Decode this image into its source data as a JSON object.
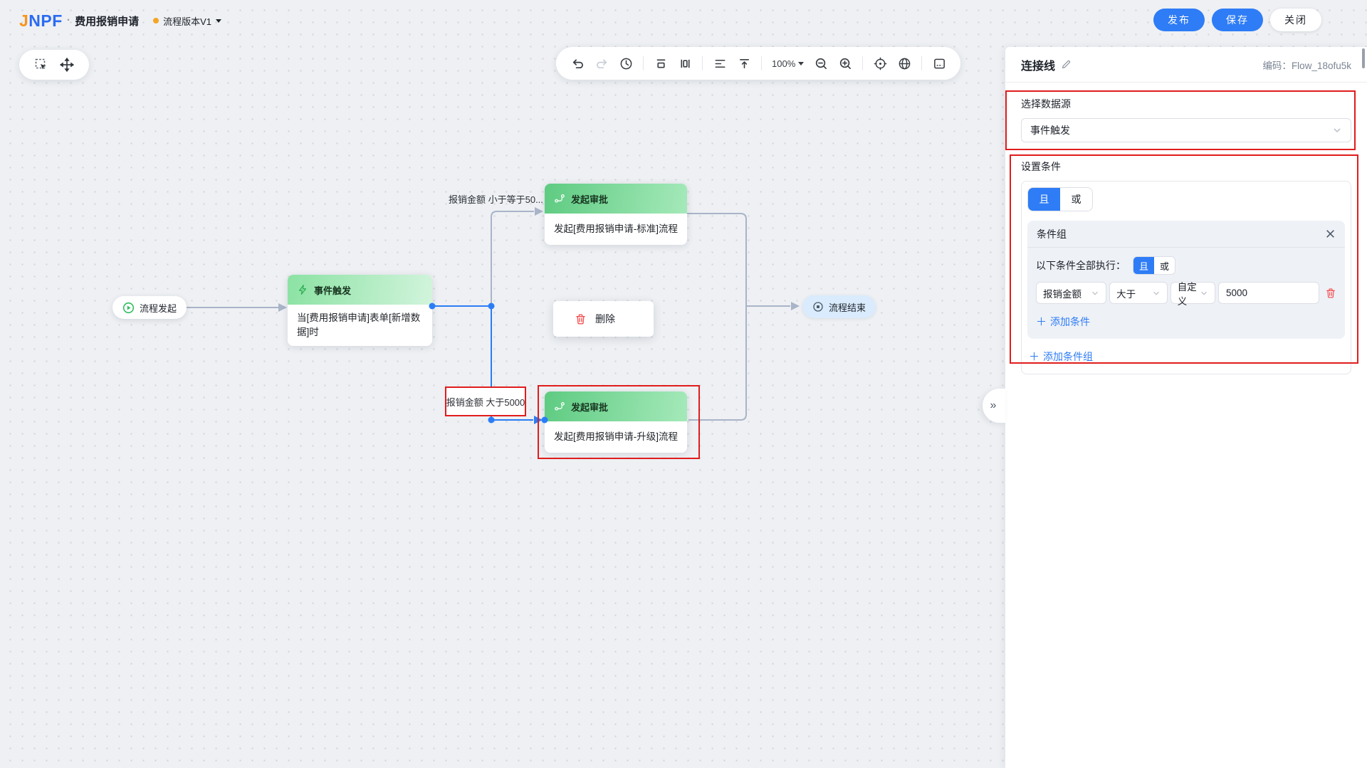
{
  "header": {
    "logo": "JNPF",
    "logo_separator": "·",
    "title": "费用报销申请",
    "version": "流程版本V1",
    "publish_label": "发布",
    "save_label": "保存",
    "close_label": "关闭"
  },
  "toolbar": {
    "zoom_level": "100%"
  },
  "canvas": {
    "nodes": {
      "start": {
        "label": "流程发起"
      },
      "trigger": {
        "title": "事件触发",
        "body": "当[费用报销申请]表单[新增数据]时"
      },
      "approve_standard": {
        "title": "发起审批",
        "body": "发起[费用报销申请-标准]流程"
      },
      "approve_upgrade": {
        "title": "发起审批",
        "body": "发起[费用报销申请-升级]流程"
      },
      "end": {
        "label": "流程结束"
      }
    },
    "edge_labels": {
      "less_equal": "报销金额 小于等于50...",
      "greater": "报销金额 大于5000"
    },
    "context_menu": {
      "delete_label": "删除"
    }
  },
  "panel": {
    "title": "连接线",
    "code_label": "编码：",
    "code_value": "Flow_18ofu5k",
    "datasource": {
      "label": "选择数据源",
      "value": "事件触发"
    },
    "conditions": {
      "label": "设置条件",
      "and_label": "且",
      "or_label": "或",
      "group_title": "条件组",
      "exec_label": "以下条件全部执行：",
      "row": {
        "field": "报销金额",
        "operator": "大于",
        "value_type": "自定义",
        "value": "5000"
      },
      "add_condition_label": "添加条件",
      "add_group_label": "添加条件组",
      "plus": "＋"
    },
    "collapse_glyph": "»"
  },
  "colors": {
    "accent_blue": "#2e7cf6",
    "selected_edge_blue": "#2a7df7",
    "edge_gray": "#a9b4c8",
    "node_green_strong": "#5ecb81",
    "node_green_light": "#8be2a3",
    "danger_red": "#e11c1c",
    "trash_red": "#f24f4f",
    "version_dot_orange": "#f5a524",
    "canvas_bg": "#eef0f3"
  }
}
